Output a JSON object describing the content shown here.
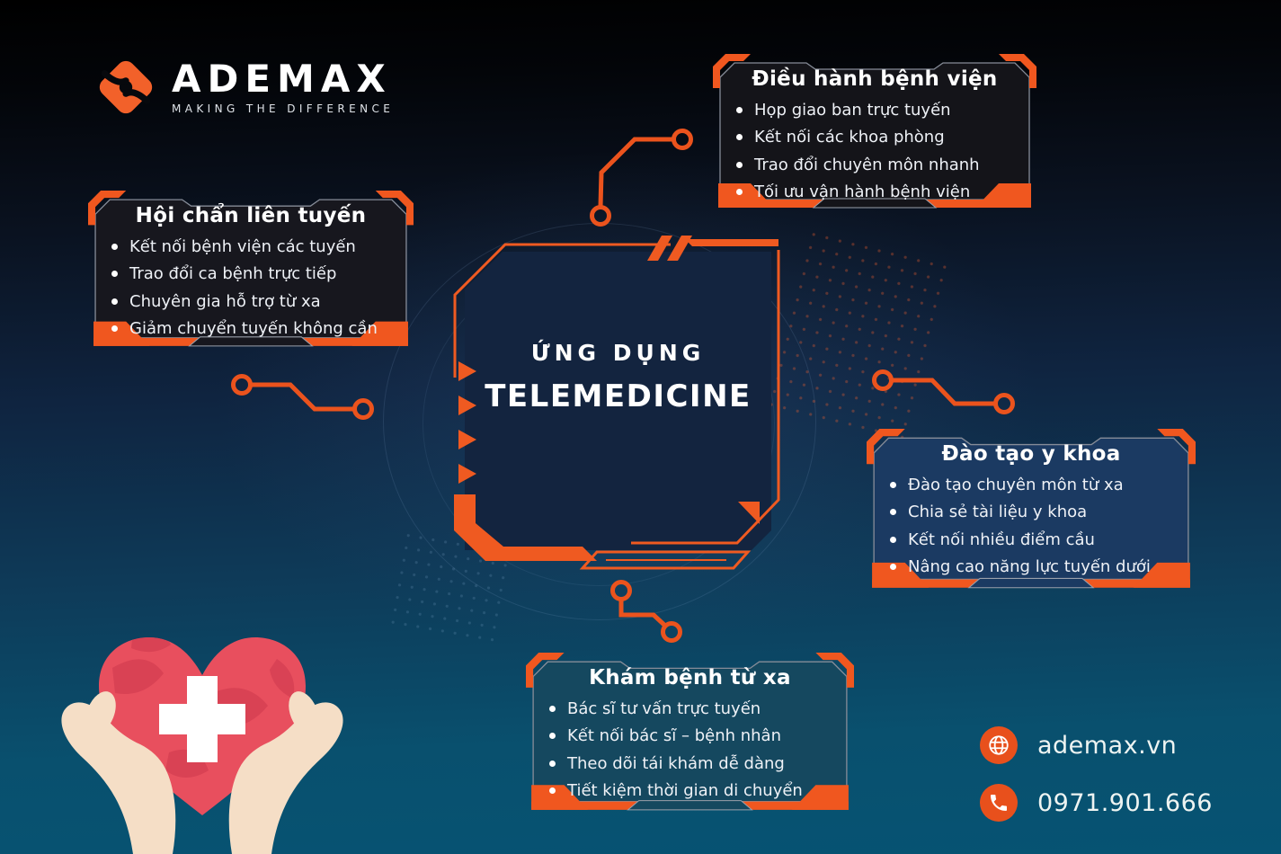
{
  "brand": {
    "name": "ADEMAX",
    "tagline": "MAKING THE DIFFERENCE"
  },
  "center": {
    "kicker": "ỨNG DỤNG",
    "title": "TELEMEDICINE"
  },
  "boxes": [
    {
      "title": "Điều hành bệnh viện",
      "items": [
        "Họp giao ban trực tuyến",
        "Kết nối các khoa phòng",
        "Trao đổi chuyên môn nhanh",
        "Tối ưu vận hành bệnh viện"
      ]
    },
    {
      "title": "Hội chẩn liên tuyến",
      "items": [
        "Kết nối bệnh viện các tuyến",
        "Trao đổi ca bệnh trực tiếp",
        "Chuyên gia hỗ trợ từ xa",
        "Giảm chuyển tuyến không cần"
      ]
    },
    {
      "title": "Đào tạo y khoa",
      "items": [
        "Đào tạo chuyên môn từ xa",
        "Chia sẻ tài liệu y khoa",
        "Kết nối nhiều điểm cầu",
        "Nâng cao năng lực tuyến dưới"
      ]
    },
    {
      "title": "Khám bệnh từ xa",
      "items": [
        "Bác sĩ tư vấn trực tuyến",
        "Kết nối bác sĩ – bệnh nhân",
        "Theo dõi tái khám dễ dàng",
        "Tiết kiệm thời gian di chuyển"
      ]
    }
  ],
  "contact": {
    "website": "ademax.vn",
    "phone": "0971.901.666"
  },
  "icons": {
    "website": "globe-icon",
    "phone": "phone-icon",
    "brand": "ademax-logo-icon"
  },
  "colors": {
    "accent_orange": "#F0571F",
    "panel_black": "#141419",
    "panel_navy": "#1B3A62",
    "panel_teal": "#15485F",
    "background_top": "#000000",
    "background_bottom": "#06506F",
    "heart_red": "#E84F5E",
    "heart_shadow": "#D64053",
    "skin": "#F5DEC6",
    "text_white": "#FFFFFF"
  }
}
